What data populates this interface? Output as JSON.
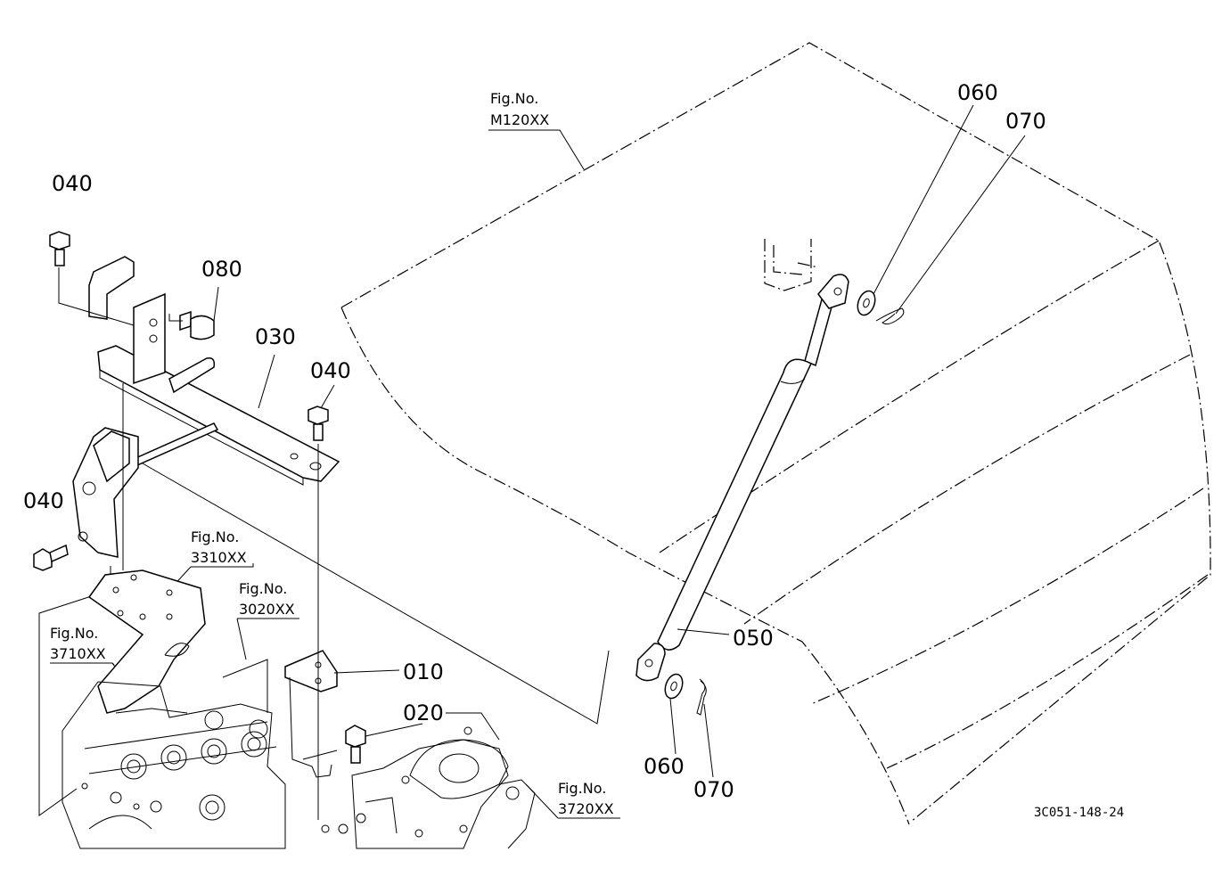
{
  "part_labels": {
    "p040_top": "040",
    "p080": "080",
    "p030": "030",
    "p040_mid": "040",
    "p040_left": "040",
    "p010": "010",
    "p020": "020",
    "p050": "050",
    "p060_top": "060",
    "p070_top": "070",
    "p060_bot": "060",
    "p070_bot": "070"
  },
  "figure_refs": {
    "m120": {
      "line1": "Fig.No.",
      "line2": "M120XX"
    },
    "f3310": {
      "line1": "Fig.No.",
      "line2": "3310XX"
    },
    "f3020": {
      "line1": "Fig.No.",
      "line2": "3020XX"
    },
    "f3710": {
      "line1": "Fig.No.",
      "line2": "3710XX"
    },
    "f3720": {
      "line1": "Fig.No.",
      "line2": "3720XX"
    }
  },
  "drawing_code": "3C051-148-24"
}
